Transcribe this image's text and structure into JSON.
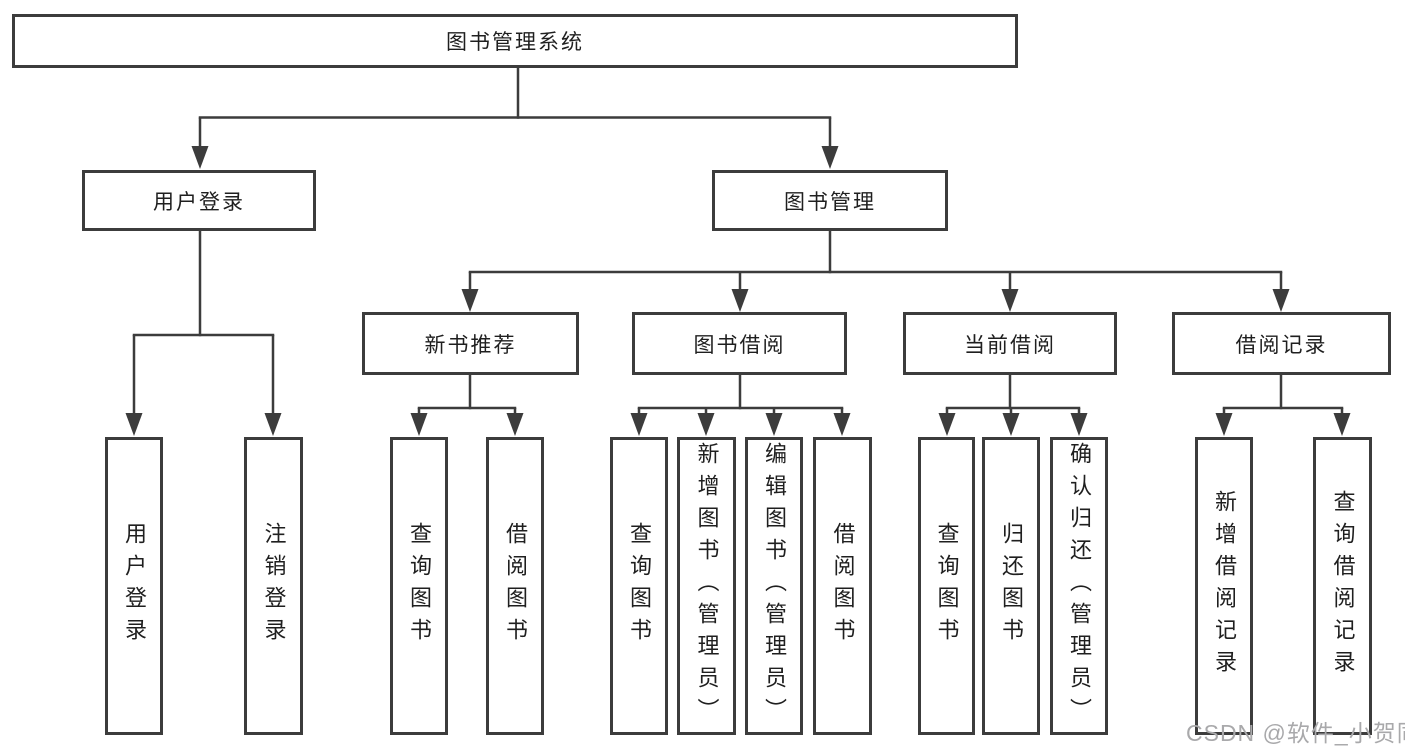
{
  "diagram": {
    "title": "图书管理系统",
    "branches": {
      "user_login": "用户登录",
      "book_management": "图书管理"
    },
    "modules": {
      "new_book_recommend": "新书推荐",
      "book_borrow": "图书借阅",
      "current_borrow": "当前借阅",
      "borrow_records": "借阅记录"
    },
    "functions": {
      "user_login": "用户登录",
      "logout_login": "注销登录",
      "recommend_query_book": "查询图书",
      "recommend_borrow_book": "借阅图书",
      "borrow_query_book": "查询图书",
      "borrow_add_book_admin": "新增图书（管理员）",
      "borrow_edit_book_admin": "编辑图书（管理员）",
      "borrow_borrow_book": "借阅图书",
      "current_query_book": "查询图书",
      "current_return_book": "归还图书",
      "current_confirm_return_admin": "确认归还（管理员）",
      "records_add_record": "新增借阅记录",
      "records_query_record": "查询借阅记录"
    }
  },
  "watermark": "CSDN @软件_小贺同学",
  "colors": {
    "line": "#3c3c3c",
    "box_border": "#3c3c3c",
    "text": "#1f1f1f",
    "watermark": "#a9a9ab",
    "background": "#ffffff"
  }
}
